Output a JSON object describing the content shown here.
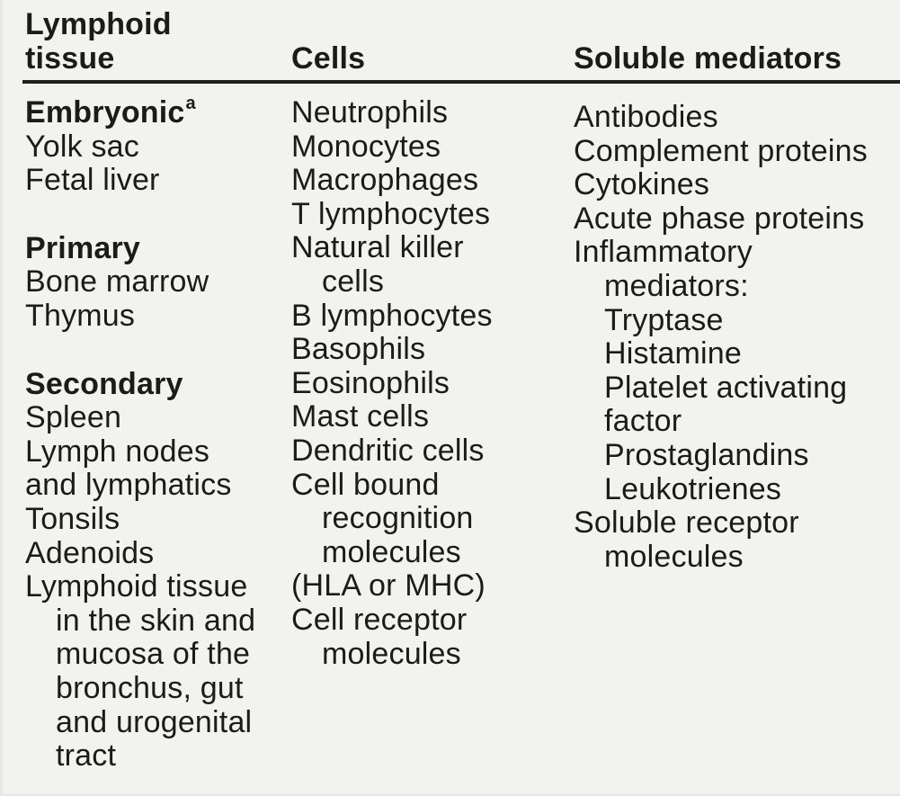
{
  "table": {
    "headers": [
      {
        "label": "Lymphoid tissue"
      },
      {
        "label": "Cells"
      },
      {
        "label": "Soluble mediators"
      }
    ],
    "columns": [
      {
        "id": "lymphoid-tissue",
        "lines": [
          {
            "text": "Embryonic",
            "bold": true,
            "sup": "a"
          },
          {
            "text": "Yolk sac"
          },
          {
            "text": "Fetal liver"
          },
          {
            "text": "Primary",
            "bold": true,
            "gap": true
          },
          {
            "text": "Bone marrow"
          },
          {
            "text": "Thymus"
          },
          {
            "text": "Secondary",
            "bold": true,
            "gap": true
          },
          {
            "text": "Spleen"
          },
          {
            "text": "Lymph nodes"
          },
          {
            "text": "and lymphatics"
          },
          {
            "text": "Tonsils"
          },
          {
            "text": "Adenoids"
          },
          {
            "text": "Lymphoid tissue"
          },
          {
            "text": "in the skin and",
            "indent": true
          },
          {
            "text": "mucosa of the",
            "indent": true
          },
          {
            "text": "bronchus, gut",
            "indent": true
          },
          {
            "text": "and urogenital",
            "indent": true
          },
          {
            "text": "tract",
            "indent": true
          }
        ]
      },
      {
        "id": "cells",
        "lines": [
          {
            "text": "Neutrophils"
          },
          {
            "text": "Monocytes"
          },
          {
            "text": "Macrophages"
          },
          {
            "text": "T lymphocytes"
          },
          {
            "text": "Natural killer"
          },
          {
            "text": "cells",
            "indent": true
          },
          {
            "text": "B lymphocytes"
          },
          {
            "text": "Basophils"
          },
          {
            "text": "Eosinophils"
          },
          {
            "text": "Mast cells"
          },
          {
            "text": "Dendritic cells"
          },
          {
            "text": "Cell bound"
          },
          {
            "text": "recognition",
            "indent": true
          },
          {
            "text": "molecules",
            "indent": true
          },
          {
            "text": "(HLA or MHC)"
          },
          {
            "text": "Cell receptor"
          },
          {
            "text": "molecules",
            "indent": true
          }
        ]
      },
      {
        "id": "soluble-mediators",
        "lines": [
          {
            "text": "Antibodies"
          },
          {
            "text": "Complement proteins"
          },
          {
            "text": "Cytokines"
          },
          {
            "text": "Acute phase proteins"
          },
          {
            "text": "Inflammatory"
          },
          {
            "text": "mediators:",
            "indent": true
          },
          {
            "text": "Tryptase",
            "indent": true
          },
          {
            "text": "Histamine",
            "indent": true
          },
          {
            "text": "Platelet activating",
            "indent": true
          },
          {
            "text": "factor",
            "indent": true
          },
          {
            "text": "Prostaglandins",
            "indent": true
          },
          {
            "text": "Leukotrienes",
            "indent": true
          },
          {
            "text": "Soluble receptor"
          },
          {
            "text": "molecules",
            "indent": true
          }
        ]
      }
    ],
    "footnote_marker": "a"
  },
  "colors": {
    "background": "#f2f2f1",
    "text": "#1b1b1b",
    "rule": "#1f1f1f"
  }
}
